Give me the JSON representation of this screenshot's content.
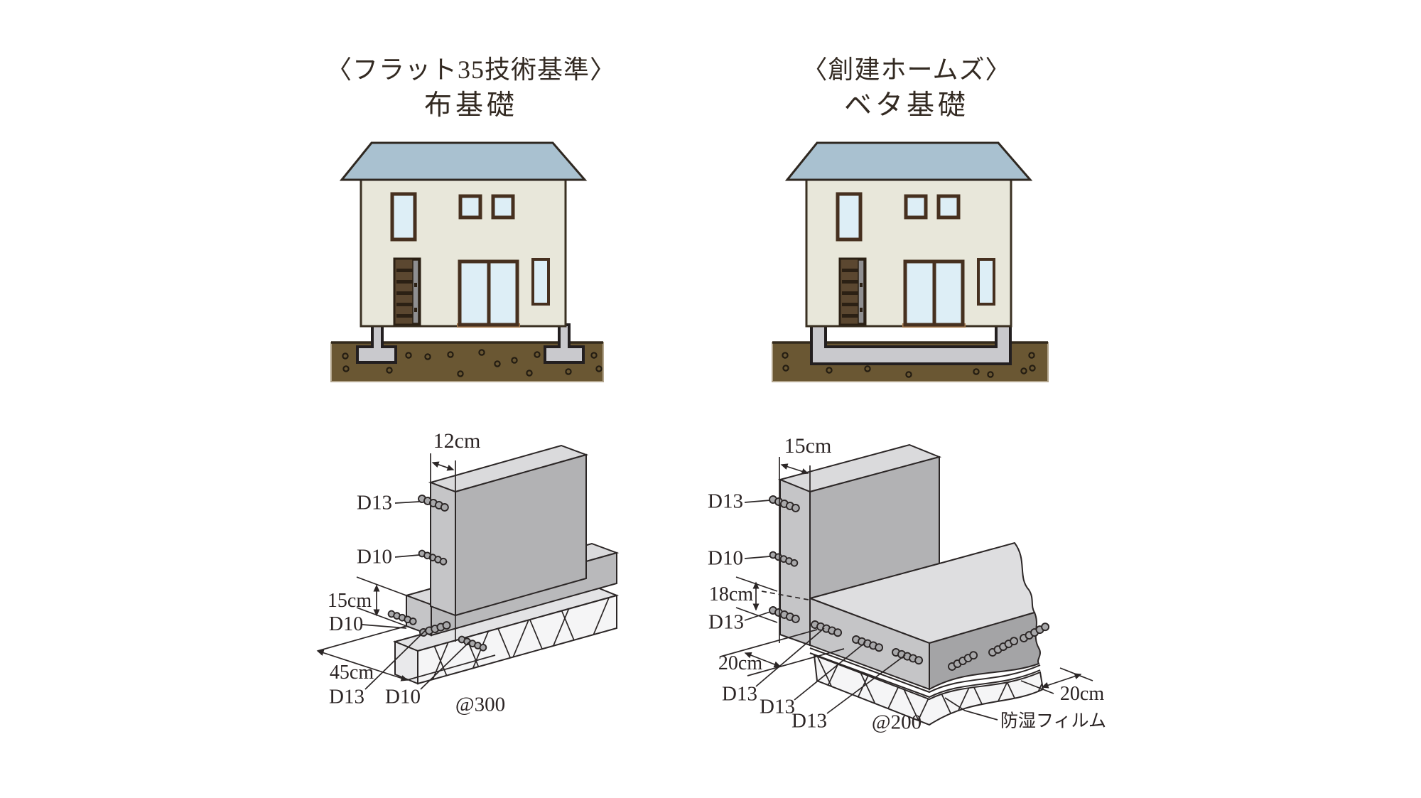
{
  "left": {
    "title_line1": "〈フラット35技術基準〉",
    "title_line2": "布基礎",
    "labels": {
      "wall_width": "12cm",
      "wall_bar_top": "D13",
      "wall_bar_mid": "D10",
      "footing_height": "15cm",
      "footing_top_bar": "D10",
      "footing_width": "45cm",
      "footing_bar_main": "D13",
      "footing_bar_sub": "D10",
      "bar_pitch": "@300"
    }
  },
  "right": {
    "title_line1": "〈創建ホームズ〉",
    "title_line2": "ベタ基礎",
    "labels": {
      "wall_width": "15cm",
      "wall_bar_top": "D13",
      "wall_bar_mid": "D10",
      "slab_thickness": "18cm",
      "slab_edge_bar": "D13",
      "edge_distance": "20cm",
      "slab_bar_1": "D13",
      "slab_bar_2": "D13",
      "slab_bar_3": "D13",
      "bar_pitch": "@200",
      "bottom_bar_spacing": "20cm",
      "moisture_film": "防湿フィルム"
    }
  },
  "colors": {
    "roof": "#a9c1d0",
    "house_wall": "#e8e7da",
    "window_glass": "#ddeef6",
    "window_frame": "#46301f",
    "door": "#5b4730",
    "soil": "#6a5733",
    "concrete_light": "#dadadc",
    "concrete_mid": "#c5c5c7",
    "concrete_dark": "#b2b2b4",
    "outline": "#2b2626"
  }
}
